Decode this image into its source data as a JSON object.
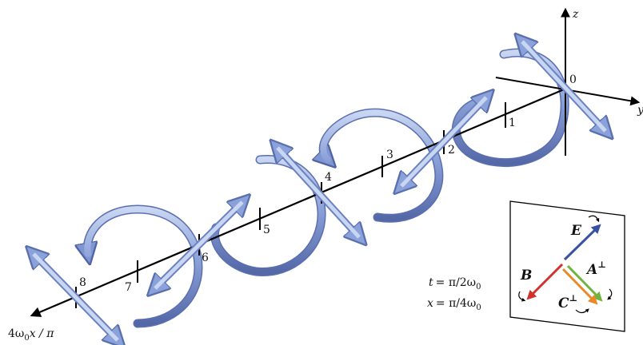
{
  "axes": {
    "z_label": "z",
    "y_label": "y",
    "origin_label": "0",
    "x_axis_label_main": "4ω",
    "x_axis_label_sub": "0",
    "x_axis_label_tail": "x / π"
  },
  "ticks": [
    "1",
    "2",
    "3",
    "4",
    "5",
    "6",
    "7",
    "8"
  ],
  "inset": {
    "t_prefix": "t",
    "t_value": "= π/2ω",
    "t_sub": "0",
    "x_prefix": "x",
    "x_value": "= π/4ω",
    "x_sub": "0",
    "E": "E",
    "A": "A",
    "A_sup": "⊥",
    "B": "B",
    "C": "C",
    "C_sup": "⊥"
  },
  "colors": {
    "axis": "#000000",
    "helix": "#6f86c8",
    "E_vector": "#3a53a0",
    "A_vector": "#6fb43f",
    "B_vector": "#d0322c",
    "C_vector": "#e8892a"
  }
}
